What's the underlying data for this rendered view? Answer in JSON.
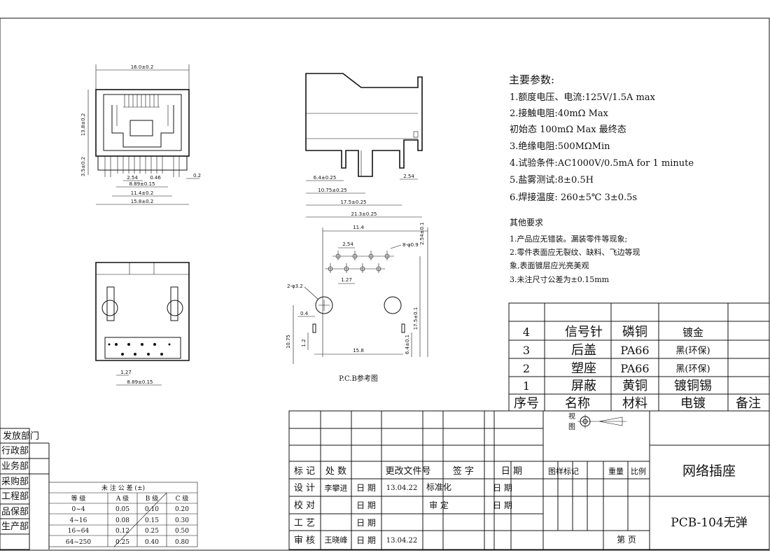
{
  "params": {
    "title": "主要参数:",
    "lines": [
      "1.额度电压、电流:125V/1.5A max",
      "2.接触电阻:40mΩ  Max",
      "  初始态 100mΩ  Max 最终态",
      "3.绝缘电阻:500MΩMin",
      "4.试验条件:AC1000V/0.5mA for 1 minute",
      "5.盐雾测试:8±0.5H",
      "6.焊接温度: 260±5℃ 3±0.5s"
    ]
  },
  "requirements": {
    "title": "其他要求",
    "lines": [
      "1.产品应无错装。漏装零件等现象;",
      "2.零件表面应无裂纹、缺料、飞边等现",
      "象,表面镀层应光亮美观",
      "3.未注尺寸公差为±0.15mm"
    ]
  },
  "bom": {
    "header": [
      "序号",
      "名称",
      "材料",
      "电镀",
      "备注"
    ],
    "rows": [
      [
        "4",
        "信号针",
        "磷铜",
        "镀金",
        ""
      ],
      [
        "3",
        "后盖",
        "PA66",
        "黑(环保)",
        ""
      ],
      [
        "2",
        "塑座",
        "PA66",
        "黑(环保)",
        ""
      ],
      [
        "1",
        "屏蔽",
        "黄铜",
        "镀铜锡",
        ""
      ]
    ]
  },
  "title_block": {
    "view_label_1": "视",
    "view_label_2": "图",
    "row_labels": [
      "标 记",
      "处 数",
      "更改文件号",
      "签 字",
      "日 期",
      "图样标记",
      "重量",
      "比例"
    ],
    "design": "设 计",
    "designer": "李攀进",
    "date_label": "日 期",
    "design_date": "13.04.22",
    "standardize": "标准化",
    "check": "校 对",
    "review": "审 定",
    "process": "工 艺",
    "approve": "审 核",
    "approver": "王晓峰",
    "approve_date": "13.04.22",
    "page": "第 页",
    "part_name": "网络插座",
    "part_number": "PCB-104无弹"
  },
  "distribution": {
    "title": "发放部门",
    "departments": [
      "行政部",
      "业务部",
      "采购部",
      "工程部",
      "品保部",
      "生产部"
    ]
  },
  "tolerance_table": {
    "title": "未 注 公 差 (±)",
    "header": [
      "等 级",
      "A 级",
      "B 级",
      "C 级"
    ],
    "rows": [
      [
        "0~4",
        "0.05",
        "0.10",
        "0.20"
      ],
      [
        "4~16",
        "0.08",
        "0.15",
        "0.30"
      ],
      [
        "16~64",
        "0.12",
        "0.25",
        "0.50"
      ],
      [
        "64~250",
        "0.25",
        "0.40",
        "0.80"
      ]
    ]
  },
  "front_view_dims": [
    "16.0±0.2",
    "13.8±0.2",
    "3.5±0.2",
    "2.54",
    "0.46",
    "8.89±0.15",
    "11.4±0.2",
    "15.8±0.2",
    "0.2"
  ],
  "side_view_dims": [
    "2.54",
    "6.4±0.25",
    "10.75±0.25",
    "17.5±0.25",
    "21.3±0.25"
  ],
  "pcb_dims": [
    "11.4",
    "2.54",
    "8-φ0.9",
    "2.54±0.1",
    "1.27",
    "2-φ3.2",
    "0.4",
    "10.75",
    "1.2",
    "15.8",
    "6.4±0.1",
    "17.5±0.1"
  ],
  "bottom_view_dims": [
    "1.27",
    "8.89±0.15"
  ],
  "pcb_caption": "P.C.B参考图"
}
